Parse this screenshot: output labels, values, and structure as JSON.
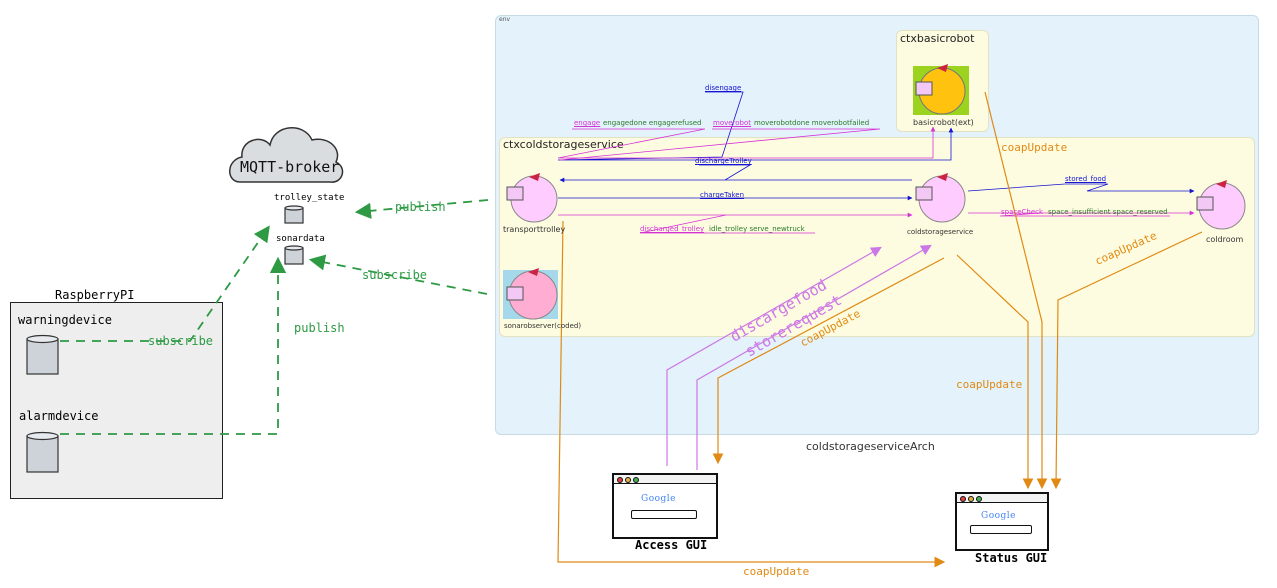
{
  "broker": {
    "title": "MQTT-broker",
    "topics": [
      "trolley_state",
      "sonardata"
    ]
  },
  "raspberry": {
    "title": "RaspberryPI",
    "devices": [
      "warningdevice",
      "alarmdevice"
    ]
  },
  "env": {
    "title": "env",
    "caption": "coldstorageserviceArch"
  },
  "contexts": {
    "robot": "ctxbasicrobot",
    "service": "ctxcoldstorageservice"
  },
  "actors": {
    "basicrobot": "basicrobot(ext)",
    "transporttrolley": "transporttrolley",
    "coldstorageservice": "coldstorageservice",
    "coldroom": "coldroom",
    "sonarobserver": "sonarobserver(coded)"
  },
  "messages": {
    "disengage": "disengage",
    "engage": "engage",
    "engage_replies": "engagedone engagerefused",
    "moverobot": "moverobot",
    "moverobot_replies": "moverobotdone moverobotfailed",
    "dischargeTrolley": "dischargeTrolley",
    "chargeTaken": "chargeTaken",
    "discharged_trolley": "discharged_trolley",
    "discharged_others": "idle_trolley serve_newtruck",
    "stored_food": "stored_food",
    "spaceCheck": "spaceCheck",
    "spaceCheck_replies": "space_insufficient space_reserved"
  },
  "edges": {
    "publish": "publish",
    "subscribe": "subscribe",
    "coapUpdate": "coapUpdate",
    "discargefood": "discargefood",
    "storerequest": "storerequest"
  },
  "guis": {
    "access": "Access GUI",
    "status": "Status GUI",
    "logo": "Google"
  },
  "colors": {
    "green": "#2e9a44",
    "orange": "#e08a14",
    "blue": "#1414d2",
    "magenta": "#d633d6",
    "violet": "#cc77e6",
    "actor_pink": "#ffccff"
  }
}
